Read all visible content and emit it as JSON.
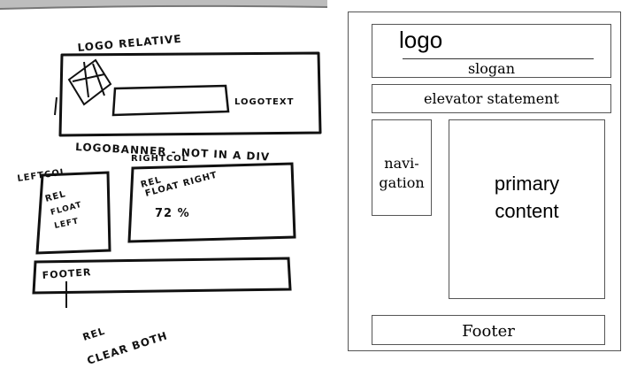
{
  "sketch": {
    "title": "LOGO RELATIVE",
    "logotext": "LOGOTEXT",
    "logobanner": "LOGOBANNER - NOT IN A DIV",
    "leftcol": "LEFTCOL",
    "rightcol": "RIGHTCOL",
    "left_rel": "REL",
    "left_float": "FLOAT",
    "left_left": "LEFT",
    "right_rel": "REL",
    "right_float": "FLOAT RIGHT",
    "right_num": "72 %",
    "footer": "FOOTER",
    "bottom_rel": "REL",
    "clear": "CLEAR BOTH"
  },
  "wireframe": {
    "logo": "logo",
    "slogan": "slogan",
    "elevator": "elevator statement",
    "nav_line1": "navi-",
    "nav_line2": "gation",
    "content_line1": "primary",
    "content_line2": "content",
    "footer": "Footer"
  }
}
